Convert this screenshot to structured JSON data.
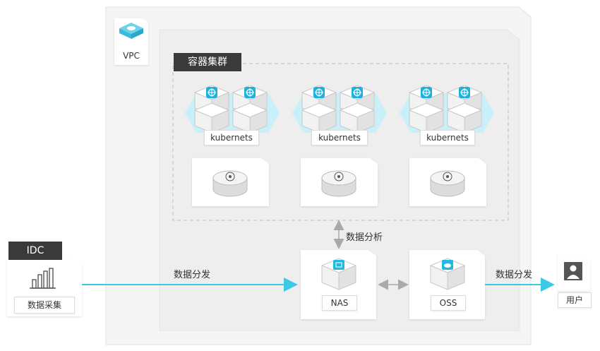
{
  "vpc": {
    "label": "VPC"
  },
  "cluster": {
    "title": "容器集群",
    "nodes": [
      {
        "label": "kubernets"
      },
      {
        "label": "kubernets"
      },
      {
        "label": "kubernets"
      }
    ]
  },
  "idc": {
    "title": "IDC",
    "caption": "数据采集"
  },
  "nas": {
    "label": "NAS"
  },
  "oss": {
    "label": "OSS"
  },
  "user": {
    "label": "用户"
  },
  "edges": {
    "analysis": "数据分析",
    "distribute_left": "数据分发",
    "distribute_right": "数据分发"
  },
  "colors": {
    "accent": "#3cc8e6",
    "cube_cyan": "#22b8e0",
    "panel": "#f3f4f5",
    "dark_tag": "#3a3a3a"
  }
}
